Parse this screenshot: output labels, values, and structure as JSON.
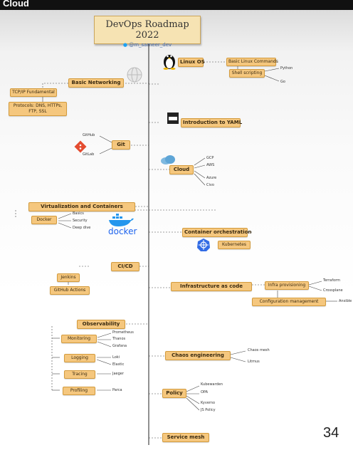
{
  "header": {
    "app_title": "Cloud"
  },
  "roadmap": {
    "title": "DevOps Roadmap 2022",
    "handle": "@m_sameer_dev"
  },
  "linux": {
    "label": "Linux OS",
    "commands": "Basic Linux Commands",
    "shell": "Shell scripting",
    "python": "Python",
    "go": "Go"
  },
  "networking": {
    "label": "Basic Networking",
    "tcpip": "TCP/IP Fundamental",
    "protocols": "Protocols: DNS, HTTPs,",
    "protocols2": "FTP, SSL"
  },
  "yaml": {
    "label": "Introduction to YAML",
    "icon_text": "YAML"
  },
  "git": {
    "label": "Git",
    "github": "GitHub",
    "gitlab": "GitLab"
  },
  "cloud": {
    "label": "Cloud",
    "providers": [
      "GCP",
      "AWS",
      "Azure",
      "Civo"
    ]
  },
  "virtualization": {
    "label": "Virtualization and Containers",
    "docker": "Docker",
    "topics": [
      "Basics",
      "Security",
      "Deep dive"
    ],
    "logo_text": "docker"
  },
  "orchestration": {
    "label": "Container orchestration",
    "kubernetes": "Kubernetes"
  },
  "cicd": {
    "label": "CI/CD",
    "jenkins": "Jenkins",
    "gha": "GitHub Actions"
  },
  "iac": {
    "label": "Infrastructure as code",
    "provisioning": "Infra provisioning",
    "config": "Configuration management",
    "tools": [
      "Terraform",
      "Crossplane",
      "Ansible"
    ]
  },
  "observability": {
    "label": "Observability",
    "monitoring": "Monitoring",
    "logging": "Logging",
    "tracing": "Tracing",
    "profiling": "Profiling",
    "mon_tools": [
      "Prometheus",
      "Thanos",
      "Grafana"
    ],
    "log_tools": [
      "Loki",
      "Elastic"
    ],
    "trace_tools": [
      "Jaeger"
    ],
    "prof_tools": [
      "Parca"
    ]
  },
  "chaos": {
    "label": "Chaos engineering",
    "tools": [
      "Chaos mesh",
      "Litmus"
    ]
  },
  "policy": {
    "label": "Policy",
    "tools": [
      "Kubewarden",
      "OPA",
      "Kyverno",
      "JS Policy"
    ]
  },
  "mesh": {
    "label": "Service mesh"
  },
  "page": {
    "number": "34"
  },
  "colors": {
    "box": "#f5c77e",
    "box_border": "#d39b3d",
    "title_card": "#f6e3b3",
    "line": "#222222"
  }
}
